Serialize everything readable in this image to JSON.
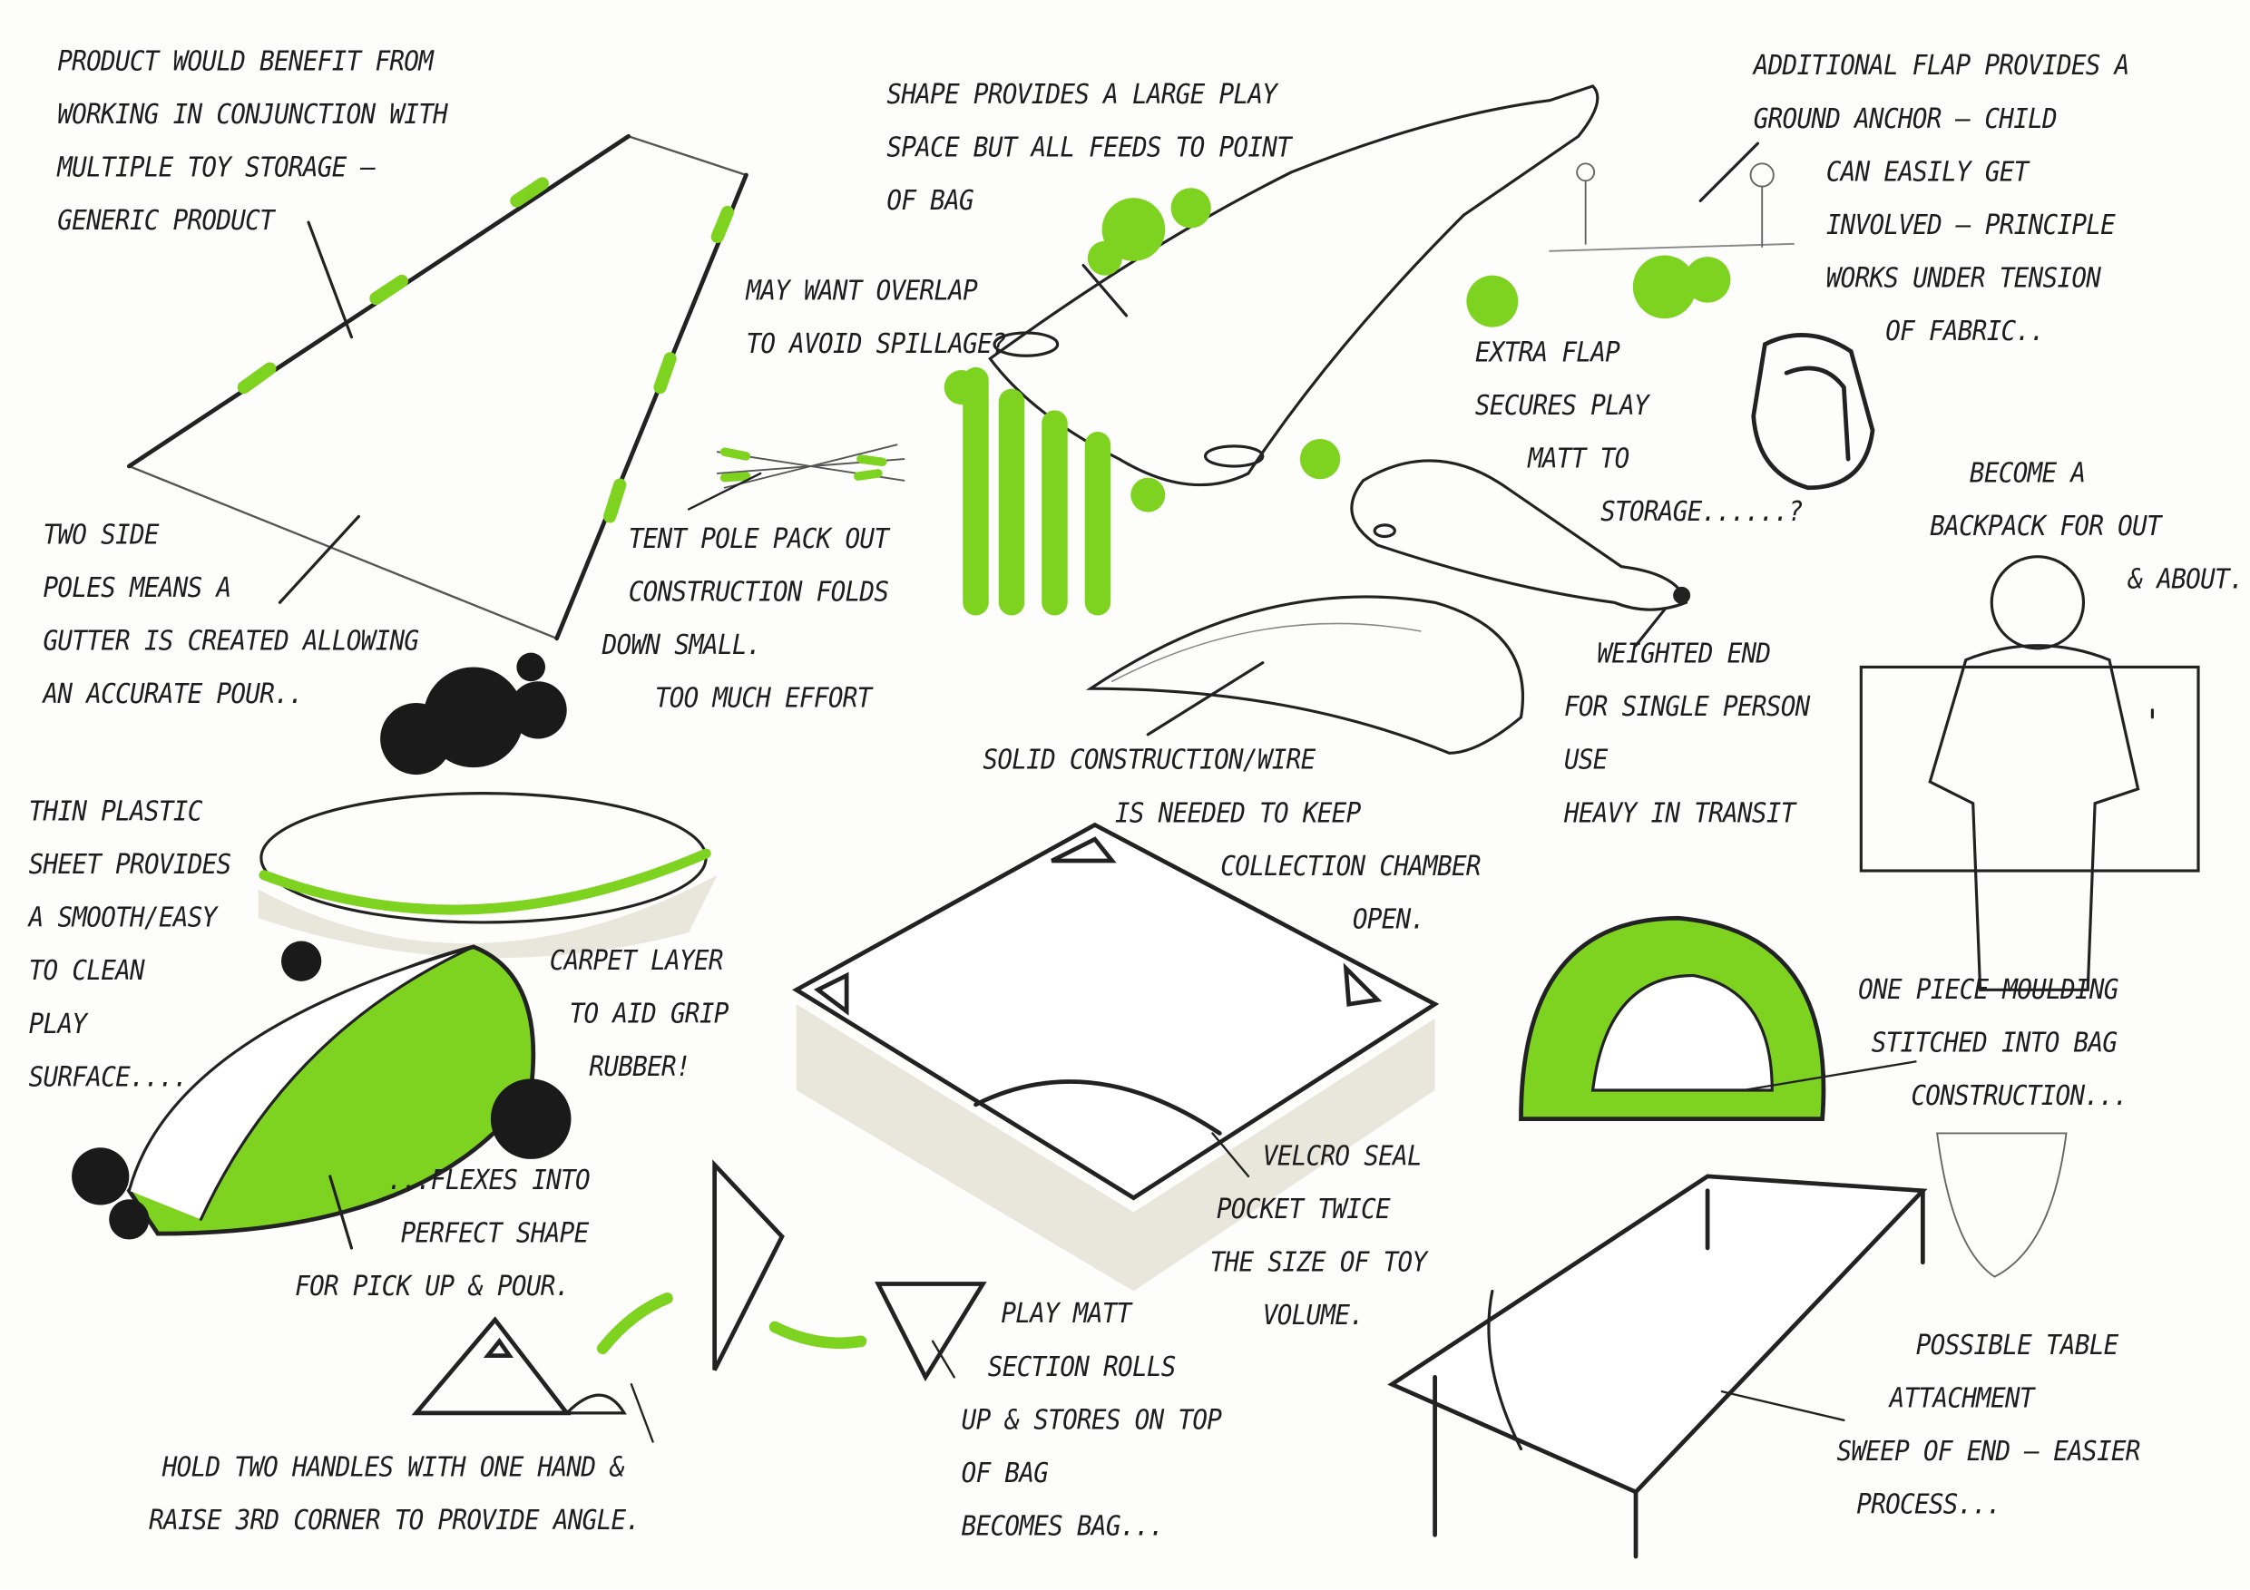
{
  "colors": {
    "accent_green": "#7ed321",
    "ink": "#1d1d1f",
    "shadow": "#e4e1d8"
  },
  "notes": {
    "multi_storage": [
      "Product would benefit from",
      "working in conjunction with",
      "multiple toy storage —",
      "generic product"
    ],
    "shape_play_space": [
      "Shape provides a large play",
      "space but all feeds to point",
      "of bag"
    ],
    "overlap": [
      "May want overlap",
      "to avoid spillage?"
    ],
    "ground_anchor": [
      "Additional flap provides a",
      "ground anchor – child",
      "can easily get",
      "involved – principle",
      "works under tension",
      "of fabric.."
    ],
    "extra_flap": [
      "Extra flap",
      "secures play",
      "matt to",
      "storage......?"
    ],
    "backpack": [
      "Become a",
      "backpack for out",
      "& about."
    ],
    "side_poles": [
      "Two side",
      "poles means a",
      "gutter is created allowing",
      "an accurate pour.."
    ],
    "tent_pole": [
      "Tent pole pack out",
      "construction folds",
      "down small.",
      "Too much effort"
    ],
    "weighted_end": [
      "Weighted end",
      "for single person",
      "use",
      "Heavy in transit"
    ],
    "solid_construction": [
      "Solid construction/wire",
      "is needed to keep",
      "collection chamber",
      "open."
    ],
    "plastic_sheet": [
      "Thin plastic",
      "sheet provides",
      "a smooth/easy",
      "to clean",
      "play",
      "surface...."
    ],
    "carpet_layer": [
      "Carpet layer",
      "to aid grip",
      "Rubber!"
    ],
    "one_piece": [
      "One piece moulding",
      "stitched into bag",
      "construction..."
    ],
    "flexes": [
      "...Flexes into",
      "perfect shape",
      "for pick up & pour."
    ],
    "velcro": [
      "Velcro seal",
      "Pocket twice",
      "the size of toy",
      "volume."
    ],
    "play_matt_rolls": [
      "Play matt",
      "section rolls",
      "up & stores on top",
      "of bag",
      "Becomes bag..."
    ],
    "handles": [
      "Hold two handles with one hand &",
      "raise 3rd corner to provide angle."
    ],
    "table": [
      "Possible table",
      "attachment",
      "Sweep of end – easier",
      "process..."
    ]
  }
}
